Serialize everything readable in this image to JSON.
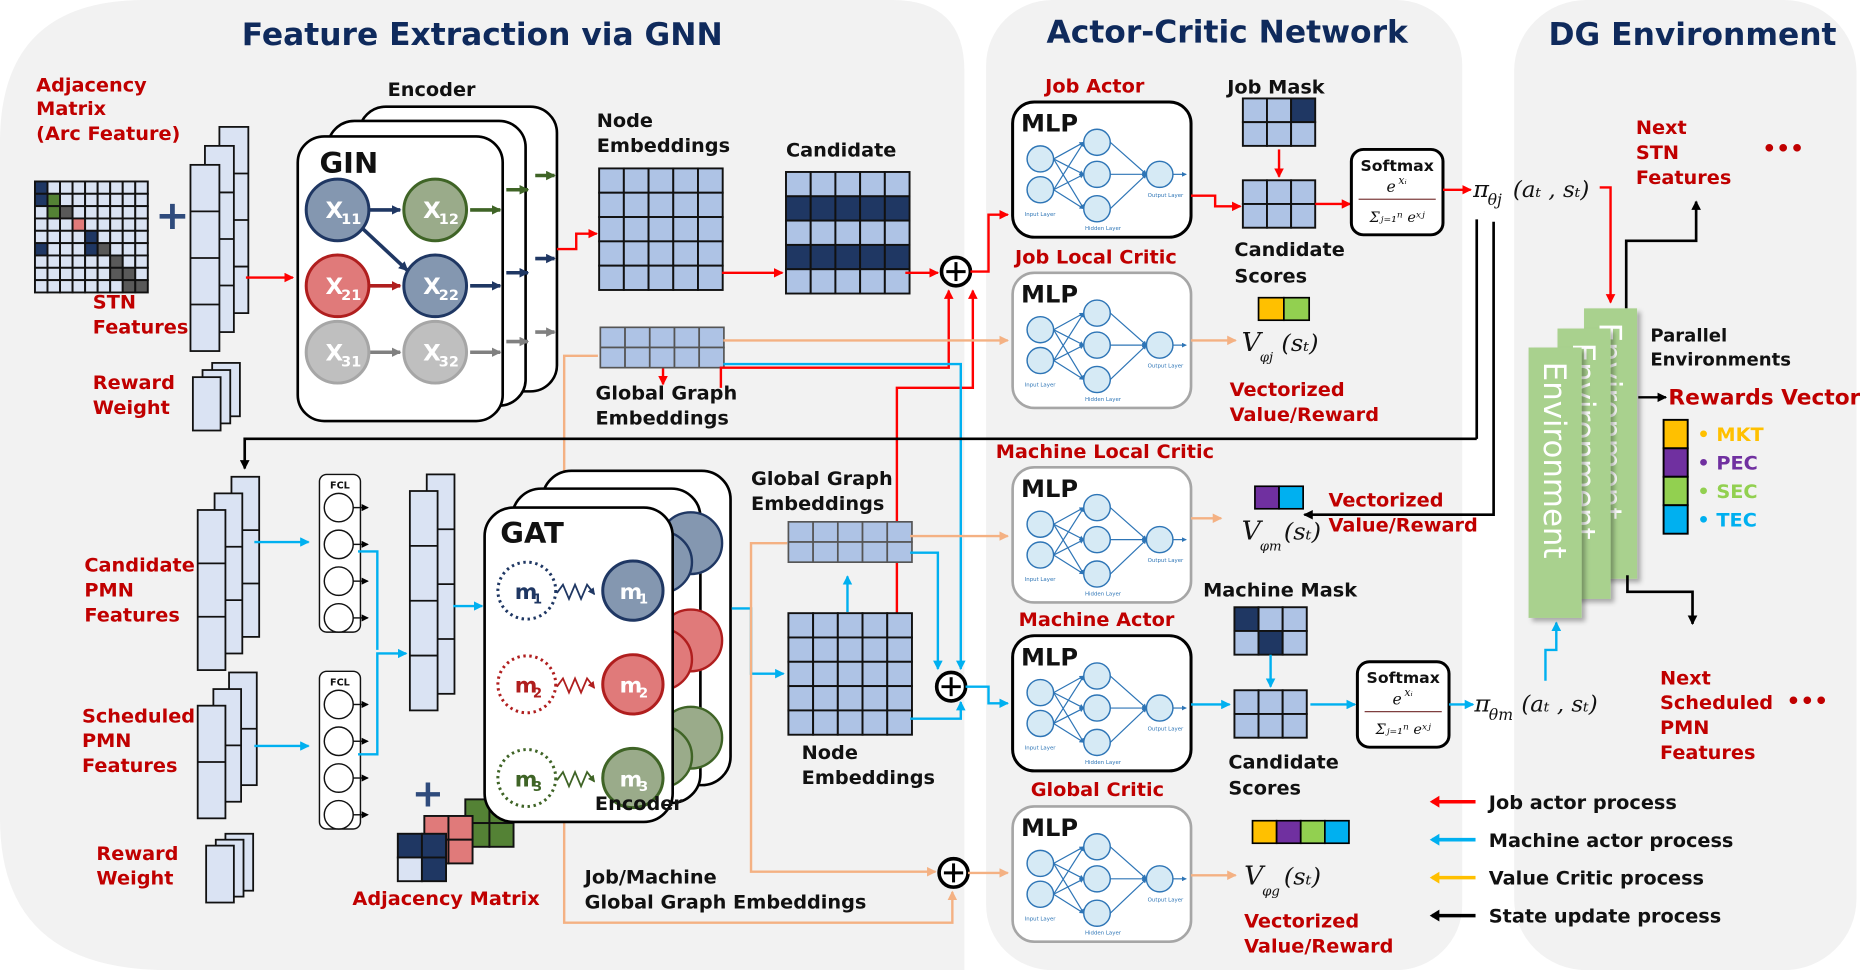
{
  "panels": {
    "gnn": {
      "title": "Feature Extraction via GNN"
    },
    "ac": {
      "title": "Actor-Critic Network"
    },
    "env": {
      "title": "DG Environment"
    }
  },
  "gnn_top": {
    "adjacency_label": [
      "Adjacency",
      "Matrix",
      "(Arc Feature)"
    ],
    "stn_label": [
      "STN",
      "Features"
    ],
    "reward_label": [
      "Reward",
      "Weight"
    ],
    "encoder_label": "Encoder",
    "gin_label": "GIN",
    "nodes": [
      {
        "id": "X",
        "sub": "11",
        "color": "#8497b0",
        "stroke": "#1f3763"
      },
      {
        "id": "X",
        "sub": "12",
        "color": "#9aab8a",
        "stroke": "#3f6426"
      },
      {
        "id": "X",
        "sub": "21",
        "color": "#e07a7a",
        "stroke": "#b01e1e"
      },
      {
        "id": "X",
        "sub": "22",
        "color": "#8497b0",
        "stroke": "#1f3763"
      },
      {
        "id": "X",
        "sub": "31",
        "color": "#bfbfbf",
        "stroke": "#a6a6a6"
      },
      {
        "id": "X",
        "sub": "32",
        "color": "#bfbfbf",
        "stroke": "#a6a6a6"
      }
    ],
    "node_emb_label": [
      "Node",
      "Embeddings"
    ],
    "candidate_label": "Candidate",
    "global_emb_label": [
      "Global Graph",
      "Embeddings"
    ]
  },
  "gnn_bottom": {
    "candidate_pmn_label": [
      "Candidate",
      "PMN",
      "Features"
    ],
    "scheduled_pmn_label": [
      "Scheduled",
      "PMN",
      "Features"
    ],
    "reward_label": [
      "Reward",
      "Weight"
    ],
    "fcl_label": "FCL",
    "gat_label": "GAT",
    "machines": [
      {
        "id": "m",
        "sub": "1",
        "color": "#8497b0",
        "stroke": "#1f3763"
      },
      {
        "id": "m",
        "sub": "2",
        "color": "#e07a7a",
        "stroke": "#b01e1e"
      },
      {
        "id": "m",
        "sub": "3",
        "color": "#9aab8a",
        "stroke": "#3f6426"
      }
    ],
    "encoder_label": "Encoder",
    "adjacency_label": "Adjacency Matrix",
    "global_emb_label": [
      "Global Graph",
      "Embeddings"
    ],
    "node_emb_label": [
      "Node",
      "Embeddings"
    ],
    "jm_global_label": [
      "Job/Machine",
      "Global Graph Embeddings"
    ]
  },
  "actor_critic": {
    "job_actor": {
      "title": "Job Actor",
      "box": "MLP"
    },
    "job_local_critic": {
      "title": "Job Local Critic",
      "box": "MLP"
    },
    "machine_local_critic": {
      "title": "Machine Local Critic",
      "box": "MLP"
    },
    "machine_actor": {
      "title": "Machine Actor",
      "box": "MLP"
    },
    "global_critic": {
      "title": "Global Critic",
      "box": "MLP"
    },
    "mlp_layers": {
      "input": "Input Layer",
      "hidden": "Hidden Layer",
      "output": "Output Layer"
    },
    "job_mask_label": "Job Mask",
    "machine_mask_label": "Machine Mask",
    "candidate_scores_label": [
      "Candidate",
      "Scores"
    ],
    "softmax_label": "Softmax",
    "vectorized_label": [
      "Vectorized",
      "Value/Reward"
    ],
    "value_job": {
      "V": "V",
      "sub": "φj",
      "arg": "(sₜ)"
    },
    "value_machine": {
      "V": "V",
      "sub": "φm",
      "arg": "(sₜ)"
    },
    "value_global": {
      "V": "V",
      "sub": "φg",
      "arg": "(sₜ)"
    },
    "policy_job": {
      "pi": "π",
      "sub": "θj",
      "arg": "(aₜ , sₜ)"
    },
    "policy_machine": {
      "pi": "π",
      "sub": "θm",
      "arg": "(aₜ , sₜ)"
    }
  },
  "environment": {
    "env_card_label": "Environment",
    "next_stn_label": [
      "Next",
      "STN",
      "Features"
    ],
    "parallel_label": [
      "Parallel",
      "Environments"
    ],
    "rewards_vector_label": "Rewards Vector",
    "rewards": [
      {
        "name": "MKT",
        "color": "#ffc000"
      },
      {
        "name": "PEC",
        "color": "#7030a0"
      },
      {
        "name": "SEC",
        "color": "#92d050"
      },
      {
        "name": "TEC",
        "color": "#00b0f0"
      }
    ],
    "next_pmn_label": [
      "Next",
      "Scheduled",
      "PMN",
      "Features"
    ],
    "ellipsis": "•••"
  },
  "legend": [
    {
      "label": "Job actor process",
      "color": "#ff0000"
    },
    {
      "label": "Machine actor process",
      "color": "#00b0f0"
    },
    {
      "label": "Value Critic process",
      "color": "#ffc000"
    },
    {
      "label": "State update process",
      "color": "#000000"
    }
  ],
  "colors": {
    "job": "#ff0000",
    "machine": "#00b0f0",
    "critic": "#f4b183",
    "state": "#000000",
    "panel_bg": "#f2f2f2",
    "title": "#0f2a5c",
    "label_red": "#c00000",
    "env_green": "#a9d18e"
  }
}
